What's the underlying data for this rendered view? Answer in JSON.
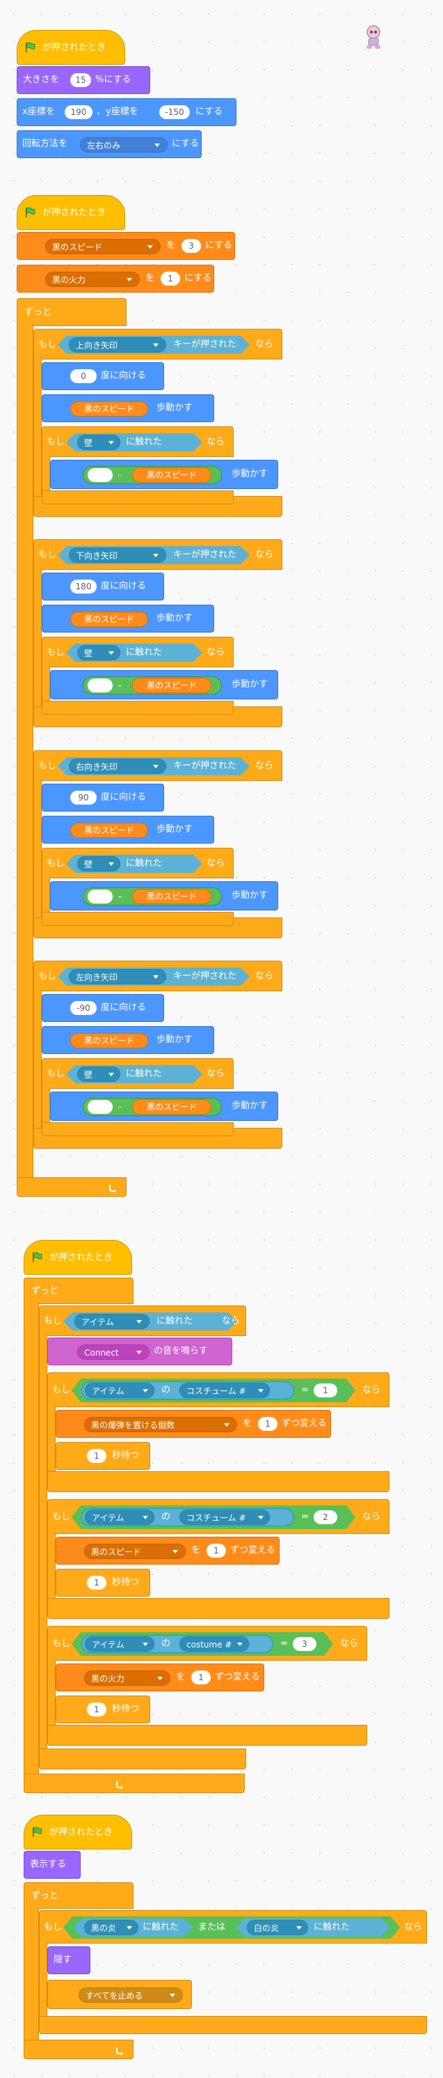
{
  "script1": {
    "hat_label": "が押されたとき",
    "size_pre": "大きさを",
    "size_value": "15",
    "size_post": "%にする",
    "goto_x_pre": "x座標を",
    "goto_x": "190",
    "goto_y_pre": "、y座標を",
    "goto_y": "-150",
    "goto_post": "にする",
    "rot_pre": "回転方法を",
    "rot_value": "左右のみ",
    "rot_post": "にする"
  },
  "script2": {
    "hat_label": "が押されたとき",
    "set1_var": "黒のスピード",
    "set1_mid": "を",
    "set1_value": "3",
    "set1_post": "にする",
    "set2_var": "黒の火力",
    "set2_mid": "を",
    "set2_value": "1",
    "set2_post": "にする",
    "forever_label": "ずっと",
    "ifs": [
      {
        "if_label": "もし",
        "key": "上向き矢印",
        "key_post": "キーが押された",
        "then_label": "なら",
        "dir": "0",
        "dir_post": "度に向ける",
        "move_var": "黒のスピード",
        "move_post": "歩動かす",
        "touch_if": "もし",
        "touch_obj": "壁",
        "touch_post": "に触れた",
        "touch_then": "なら",
        "minus": "-",
        "move2_var": "黒のスピード",
        "move2_post": "歩動かす"
      },
      {
        "if_label": "もし",
        "key": "下向き矢印",
        "key_post": "キーが押された",
        "then_label": "なら",
        "dir": "180",
        "dir_post": "度に向ける",
        "move_var": "黒のスピード",
        "move_post": "歩動かす",
        "touch_if": "もし",
        "touch_obj": "壁",
        "touch_post": "に触れた",
        "touch_then": "なら",
        "minus": "-",
        "move2_var": "黒のスピード",
        "move2_post": "歩動かす"
      },
      {
        "if_label": "もし",
        "key": "右向き矢印",
        "key_post": "キーが押された",
        "then_label": "なら",
        "dir": "90",
        "dir_post": "度に向ける",
        "move_var": "黒のスピード",
        "move_post": "歩動かす",
        "touch_if": "もし",
        "touch_obj": "壁",
        "touch_post": "に触れた",
        "touch_then": "なら",
        "minus": "-",
        "move2_var": "黒のスピード",
        "move2_post": "歩動かす"
      },
      {
        "if_label": "もし",
        "key": "左向き矢印",
        "key_post": "キーが押された",
        "then_label": "なら",
        "dir": "-90",
        "dir_post": "度に向ける",
        "move_var": "黒のスピード",
        "move_post": "歩動かす",
        "touch_if": "もし",
        "touch_obj": "壁",
        "touch_post": "に触れた",
        "touch_then": "なら",
        "minus": "-",
        "move2_var": "黒のスピード",
        "move2_post": "歩動かす"
      }
    ]
  },
  "script3": {
    "hat_label": "が押されたとき",
    "forever_label": "ずっと",
    "if_label": "もし",
    "touch_obj": "アイテム",
    "touch_post": "に触れた",
    "then_label": "なら",
    "sound": "Connect",
    "sound_post": "の音を鳴らす",
    "cond": [
      {
        "if_label": "もし",
        "obj": "アイテム",
        "of": "の",
        "prop": "コスチューム #",
        "eq": "=",
        "value": "1",
        "then_label": "なら",
        "var": "黒の爆弾を置ける個数",
        "mid": "を",
        "amount": "1",
        "post": "ずつ変える",
        "wait": "1",
        "wait_post": "秒待つ"
      },
      {
        "if_label": "もし",
        "obj": "アイテム",
        "of": "の",
        "prop": "コスチューム #",
        "eq": "=",
        "value": "2",
        "then_label": "なら",
        "var": "黒のスピード",
        "mid": "を",
        "amount": "1",
        "post": "ずつ変える",
        "wait": "1",
        "wait_post": "秒待つ"
      },
      {
        "if_label": "もし",
        "obj": "アイテム",
        "of": "の",
        "prop": "costume #",
        "eq": "=",
        "value": "3",
        "then_label": "なら",
        "var": "黒の火力",
        "mid": "を",
        "amount": "1",
        "post": "ずつ変える",
        "wait": "1",
        "wait_post": "秒待つ"
      }
    ]
  },
  "script4": {
    "hat_label": "が押されたとき",
    "show_label": "表示する",
    "forever_label": "ずっと",
    "if_label": "もし",
    "obj1": "黒の炎",
    "touch1_post": "に触れた",
    "or_label": "または",
    "obj2": "白の炎",
    "touch2_post": "に触れた",
    "then_label": "なら",
    "hide_label": "隠す",
    "stop_label": "すべてを止める"
  },
  "colors": {
    "events": "#FFBF00",
    "control": "#FFAB19",
    "looks": "#9966FF",
    "motion": "#4C97FF",
    "variables": "#FF8C1A",
    "sound": "#CF63CF",
    "sensing": "#5CB1D6",
    "operators": "#59C059"
  },
  "icons": {
    "flag": "green-flag-icon",
    "loop": "loop-arrow-icon",
    "sprite": "sprite-thumbnail-icon"
  }
}
